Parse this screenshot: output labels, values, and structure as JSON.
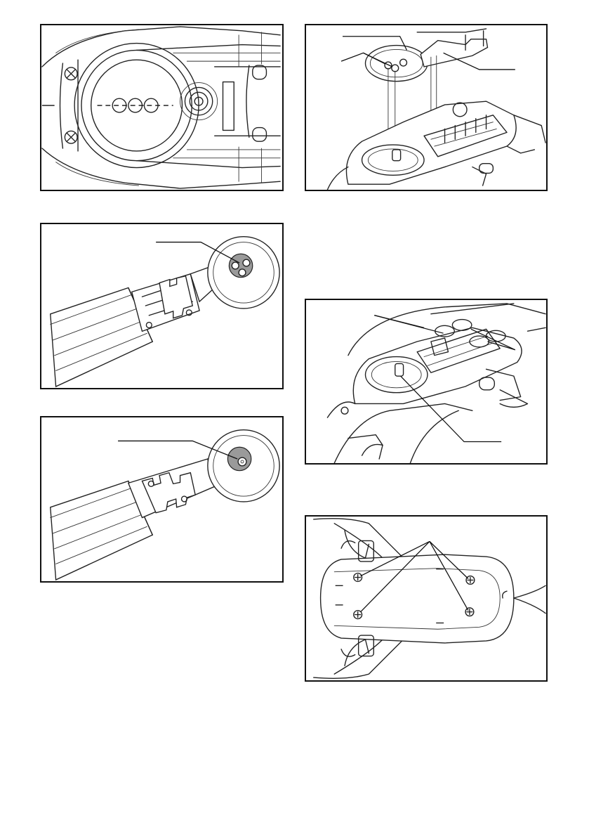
{
  "figures": [
    {
      "id": "fig-1",
      "subject": "blade-drive-housing-top-view"
    },
    {
      "id": "fig-2",
      "subject": "blade-assembly-exploded-onto-housing"
    },
    {
      "id": "fig-3",
      "subject": "blade-with-grease-point"
    },
    {
      "id": "fig-4",
      "subject": "blade-with-grease-point-reverse"
    },
    {
      "id": "fig-5",
      "subject": "housing-interior-with-blade-installed"
    },
    {
      "id": "fig-6",
      "subject": "housing-cover-with-four-screws"
    }
  ],
  "colors": {
    "line": "#222222",
    "grease": "#9a9a9a",
    "background": "#ffffff"
  }
}
